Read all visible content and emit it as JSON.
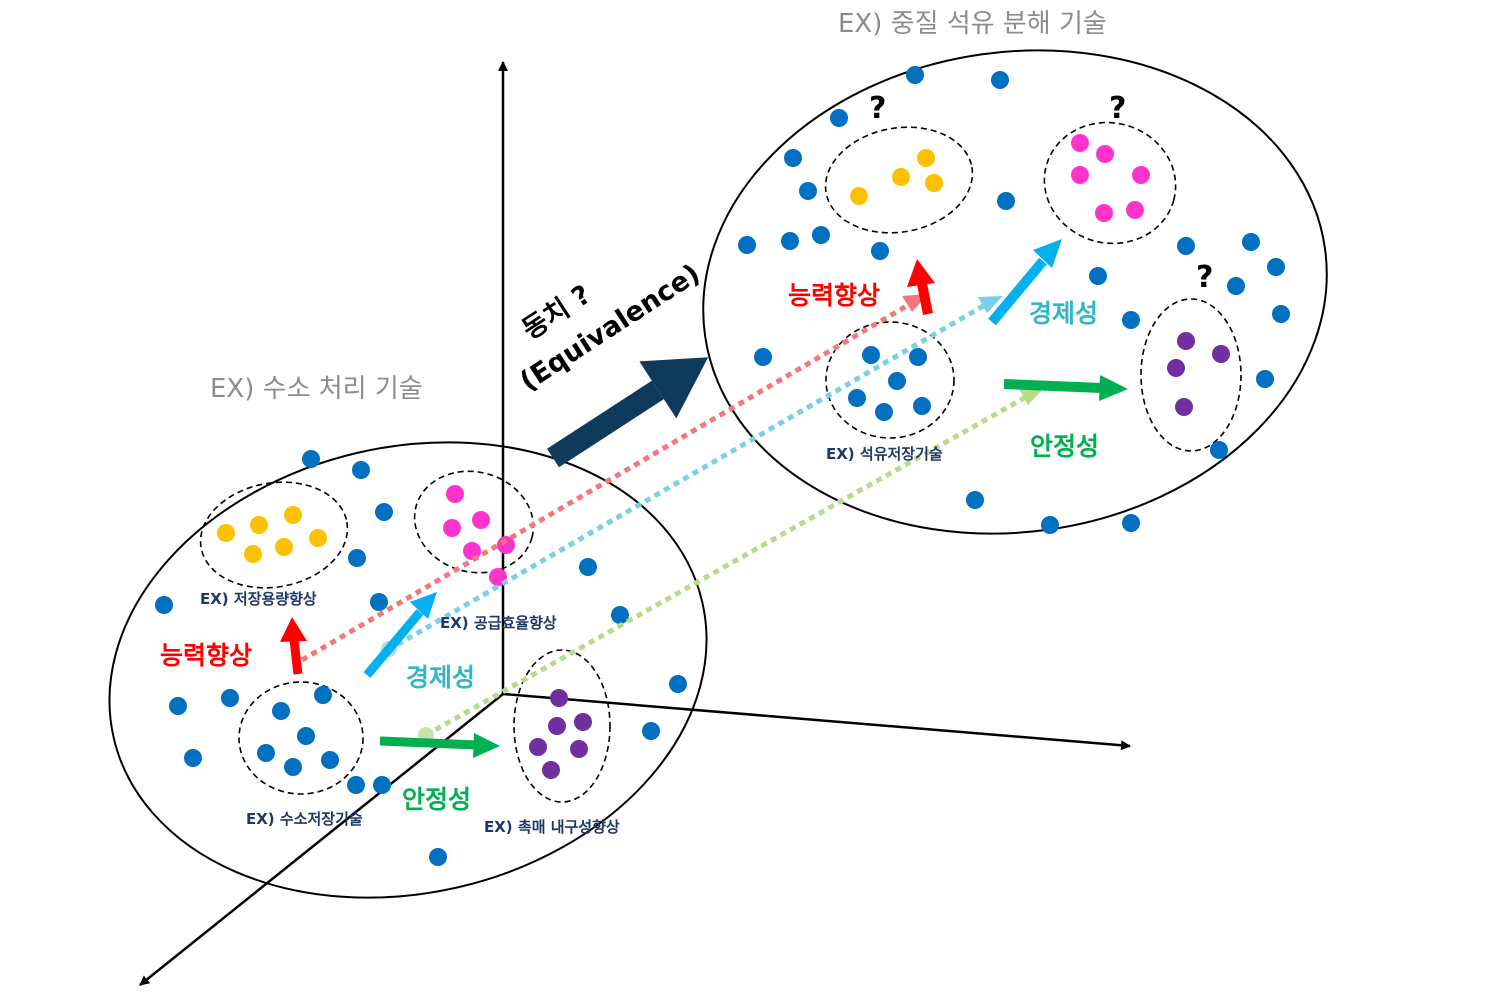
{
  "titles": {
    "left": "EX) 수소 처리 기술",
    "right": "EX) 중질 석유 분해 기술"
  },
  "equivalence": {
    "line1": "동치 ?",
    "line2": "(Equivalence)"
  },
  "labels": {
    "left_storage_capacity": "EX) 저장용량향상",
    "left_supply_efficiency": "EX) 공급효율향상",
    "left_hydrogen_storage": "EX) 수소저장기술",
    "left_catalyst_durability": "EX) 촉매 내구성향상",
    "right_oil_storage": "EX) 석유저장기술"
  },
  "captions": {
    "ability": "능력향상",
    "economy": "경제성",
    "stability": "안정성"
  },
  "question_mark": "?",
  "colors": {
    "blue_dot": "#0070c0",
    "yellow_dot": "#ffc000",
    "pink_dot": "#ff33cc",
    "purple_dot": "#7030a0",
    "red": "#ff0000",
    "cyan": "#00b0f0",
    "green": "#00b050",
    "teal_text": "#31b6c9",
    "navy_arrow": "#0e3a5c",
    "dotted_red": "#f4787a",
    "dotted_cyan": "#7ad0e4",
    "dotted_green": "#b5dc88"
  }
}
